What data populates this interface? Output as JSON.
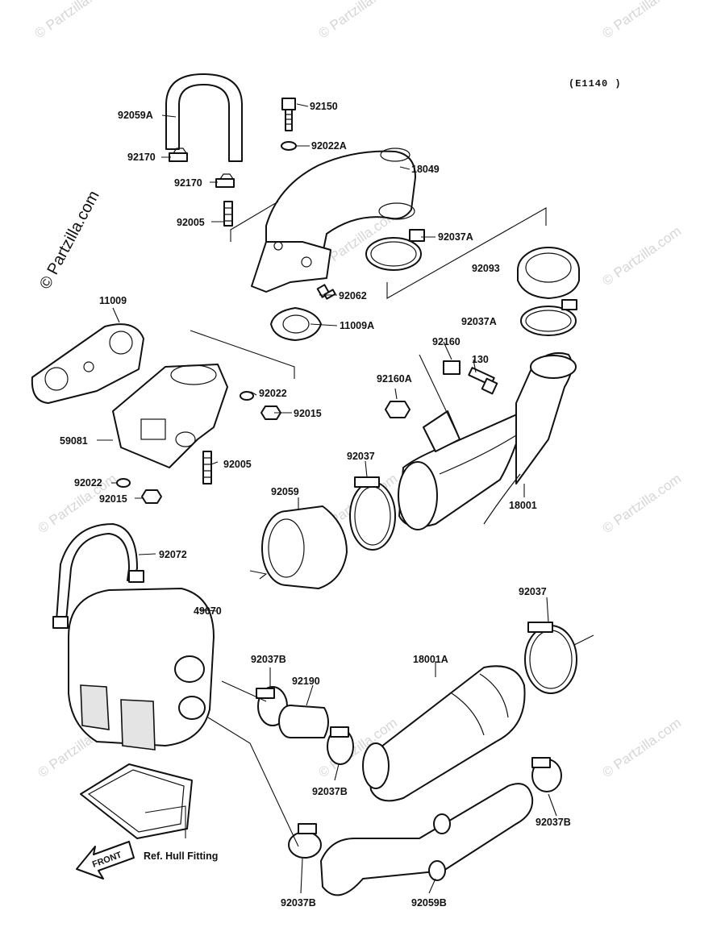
{
  "diagram": {
    "code": "(E1140 )",
    "watermark": "© Partzilla.com",
    "front_label": "FRONT",
    "ref_label": "Ref. Hull Fitting",
    "parts": {
      "p92059A": "92059A",
      "p92170a": "92170",
      "p92170b": "92170",
      "p92005a": "92005",
      "p92150": "92150",
      "p92022A": "92022A",
      "p18049": "18049",
      "p92037A_top": "92037A",
      "p92093": "92093",
      "p92037A_mid": "92037A",
      "p92062": "92062",
      "p11009A": "11009A",
      "p11009": "11009",
      "p92160": "92160",
      "p130": "130",
      "p92160A": "92160A",
      "p92022": "92022",
      "p92015a": "92015",
      "p59081": "59081",
      "p92005b": "92005",
      "p92022b": "92022",
      "p92015b": "92015",
      "p92037_mid": "92037",
      "p18001": "18001",
      "p92059": "92059",
      "p92072": "92072",
      "p49070": "49070",
      "p92037_right": "92037",
      "p92037B_a": "92037B",
      "p92190": "92190",
      "p18001A": "18001A",
      "p92037B_b": "92037B",
      "p92037B_c": "92037B",
      "p92037B_d": "92037B",
      "p92059B": "92059B"
    }
  }
}
